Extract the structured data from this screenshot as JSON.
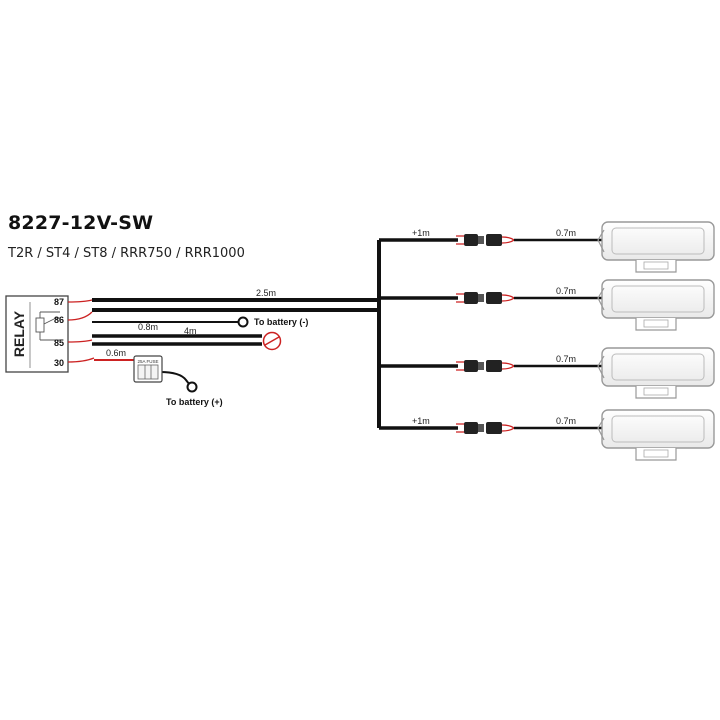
{
  "title": "8227-12V-SW",
  "subtitle": "T2R / ST4 / ST8 / RRR750 / RRR1000",
  "relay": {
    "label": "RELAY",
    "pins": [
      "87",
      "86",
      "85",
      "30"
    ]
  },
  "cables": {
    "main_length": "2.5m",
    "ground_length": "0.8m",
    "switch_length": "4m",
    "fuse_length": "0.6m",
    "extension_length": "+1m",
    "lamp_lead_length": "0.7m"
  },
  "fuse_label": "25A FUSE",
  "battery_negative": "To battery (-)",
  "battery_positive": "To battery (+)",
  "branches": [
    {
      "extension": "+1m",
      "lead": "0.7m"
    },
    {
      "extension": "",
      "lead": "0.7m"
    },
    {
      "extension": "",
      "lead": "0.7m"
    },
    {
      "extension": "+1m",
      "lead": "0.7m"
    }
  ]
}
